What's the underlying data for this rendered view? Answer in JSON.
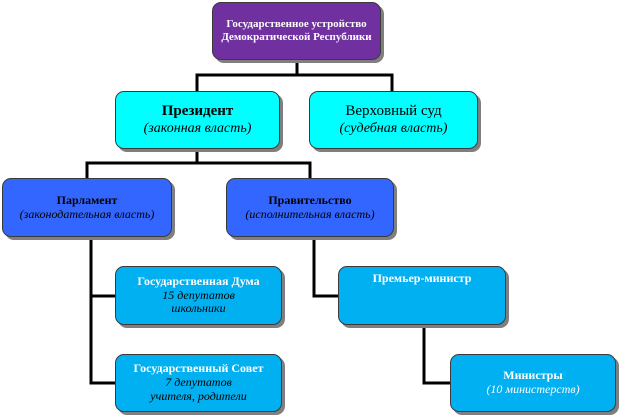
{
  "state": {
    "line1": "Государственное устройство",
    "line2": "Демократической Республики"
  },
  "president": {
    "title": "Президент",
    "subtitle": "(законная власть)"
  },
  "supreme_court": {
    "title": "Верховный суд",
    "subtitle": "(судебная власть)"
  },
  "parliament": {
    "title": "Парламент",
    "subtitle": "(законодательная власть)"
  },
  "government": {
    "title": "Правительство",
    "subtitle": "(исполнительная власть)"
  },
  "duma": {
    "title": "Государственная Дума",
    "line2": "15 депутатов",
    "line3": "школьники"
  },
  "council": {
    "title": "Государственный Совет",
    "line2": "7 депутатов",
    "line3": "учителя, родители"
  },
  "prime_minister": {
    "title": "Премьер-министр"
  },
  "ministers": {
    "title": "Министры",
    "subtitle": "(10 министерств)"
  },
  "colors": {
    "purple": "#7030a0",
    "cyan": "#00ffff",
    "blue": "#3366ff",
    "sky": "#00b0f0",
    "line": "#000000"
  }
}
